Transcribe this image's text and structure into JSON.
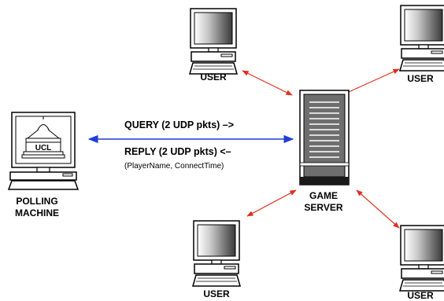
{
  "nodes": {
    "user_top_left": {
      "label": "USER"
    },
    "user_top_right": {
      "label": "USER"
    },
    "user_bottom_left": {
      "label": "USER"
    },
    "user_bottom_right": {
      "label": "USER"
    },
    "server": {
      "label_line1": "GAME",
      "label_line2": "SERVER"
    },
    "poller": {
      "label_line1": "POLLING",
      "label_line2": "MACHINE",
      "screen_text": "UCL"
    }
  },
  "link": {
    "query": "QUERY (2 UDP pkts) –>",
    "reply": "REPLY (2 UDP pkts) <–",
    "fields": "(PlayerName, ConnectTime)"
  },
  "colors": {
    "user_links": "#e0301e",
    "poll_link": "#1f3fd6"
  }
}
